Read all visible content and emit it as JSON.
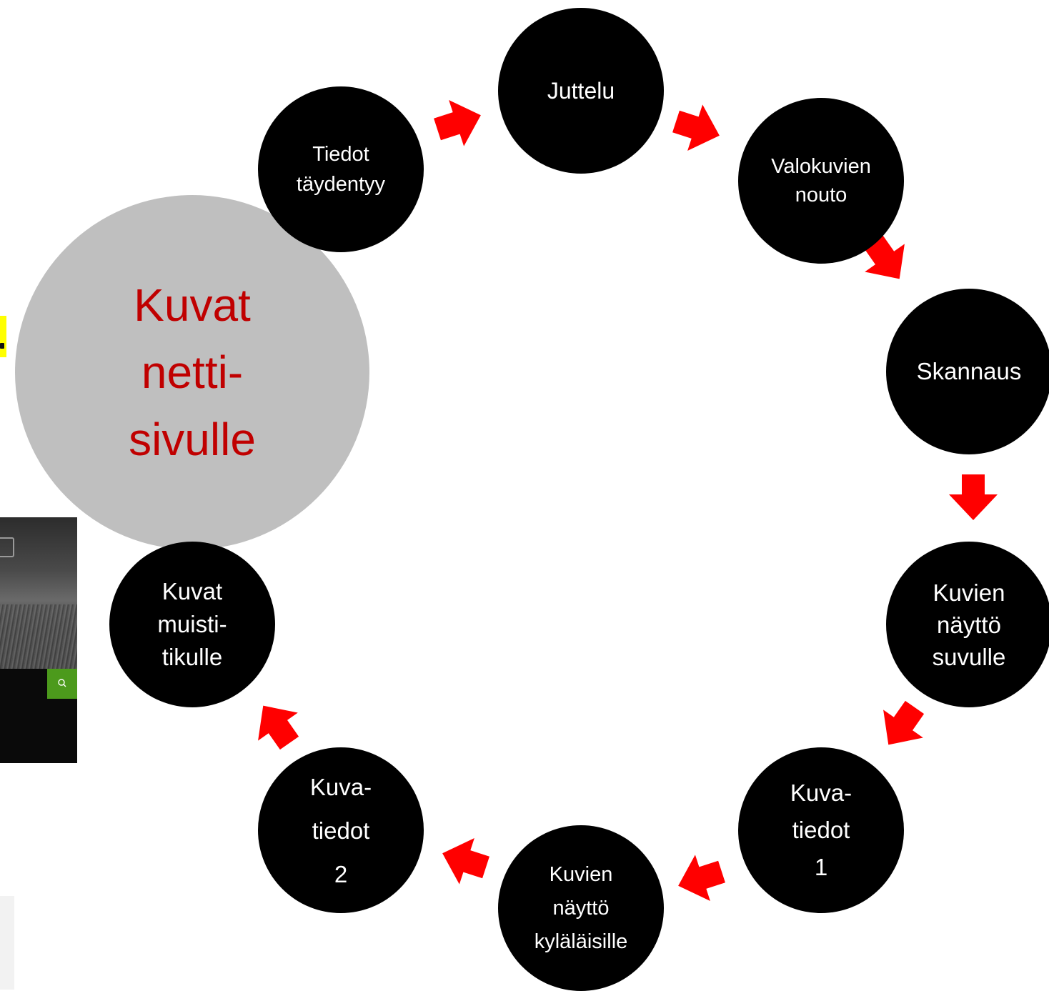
{
  "center": {
    "label": "Kuvat\nnetti-\nsivulle"
  },
  "steps": [
    {
      "label": "Juttelu"
    },
    {
      "label": "Valokuvien\nnouto"
    },
    {
      "label": "Skannaus"
    },
    {
      "label": "Kuvien\nnäyttö\nsuvulle"
    },
    {
      "label": "Kuva-\ntiedot\n1"
    },
    {
      "label": "Kuvien\nnäyttö\nkyläläisille"
    },
    {
      "label": "Kuva-\ntiedot\n2"
    },
    {
      "label": "Kuvat\nmuisti-\ntikulle"
    },
    {
      "label": "Tiedot\ntäydentyy"
    }
  ],
  "colors": {
    "step_circle": "#000000",
    "step_text": "#ffffff",
    "center_circle": "#bfbfbf",
    "center_text": "#c00000",
    "arrow": "#ff0000",
    "highlight": "#ffff00",
    "search_button": "#4c9a1c"
  },
  "cropped_background": {
    "search_icon": "magnifier-icon"
  }
}
